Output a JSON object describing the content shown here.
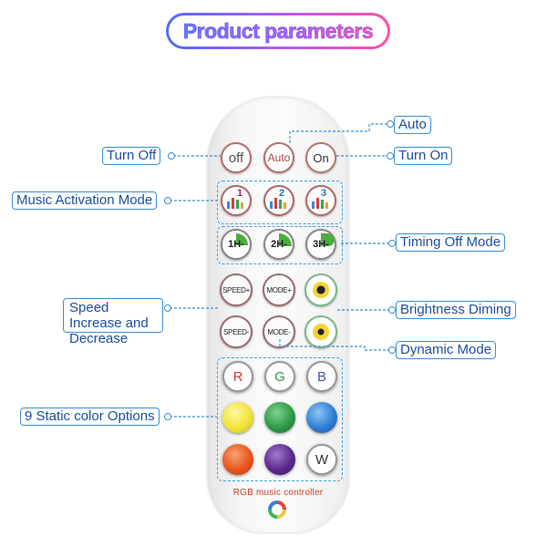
{
  "title": "Product parameters",
  "labels": {
    "auto": "Auto",
    "turn_off": "Turn Off",
    "turn_on": "Turn On",
    "music_mode": "Music Activation Mode",
    "timing_off": "Timing Off Mode",
    "speed": "Speed Increase and Decrease",
    "brightness": "Brightness  Diming",
    "dynamic": "Dynamic Mode",
    "static_colors": "9  Static color Options"
  },
  "buttons": {
    "off": "off",
    "auto": "Auto",
    "on": "On",
    "music": [
      "1",
      "2",
      "3"
    ],
    "timer": [
      "1H-",
      "2H-",
      "3H-"
    ],
    "speed_up": "SPEED+",
    "speed_down": "SPEED-",
    "mode_up": "MODE+",
    "mode_down": "MODE-",
    "r": "R",
    "g": "G",
    "b": "B",
    "w": "W"
  },
  "colors": {
    "r_letter": "#d23a2a",
    "g_letter": "#2d9b3a",
    "b_letter": "#3d52b8",
    "yellow": "#f3e33a",
    "green": "#2f9a48",
    "blue": "#2f7fd6",
    "orange": "#e8561c",
    "purple": "#5a2a8c",
    "accent": "#3a8fd4"
  },
  "brand_text": "RGB music controller"
}
